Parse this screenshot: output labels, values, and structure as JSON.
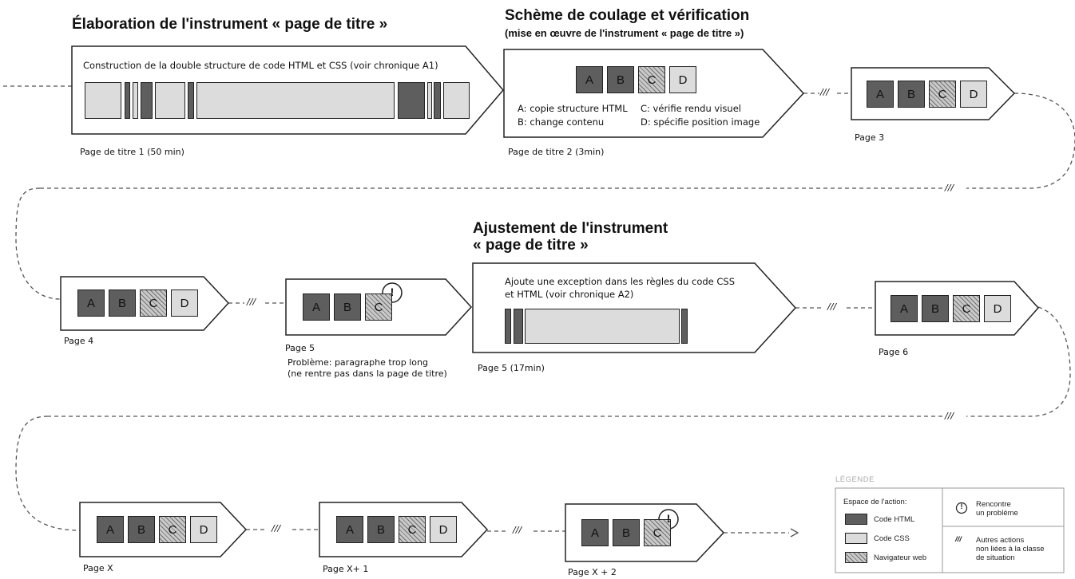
{
  "headings": {
    "elaboration": "Élaboration de l'instrument « page de titre »",
    "scheme": "Schème de coulage et vérification",
    "scheme_sub": "(mise en œuvre de l'instrument « page de titre »)",
    "ajustement_line1": "Ajustement de l'instrument",
    "ajustement_line2": "« page de titre »"
  },
  "actions": {
    "a": "A",
    "b": "B",
    "c": "C",
    "d": "D"
  },
  "boxes": {
    "p1_desc": "Construction de la double structure  de code HTML et CSS  (voir chronique A1)",
    "p1_caption": "Page de titre 1 (50 min)",
    "p2_legend_a": "A: copie structure HTML",
    "p2_legend_b": "B: change contenu",
    "p2_legend_c": "C: vérifie rendu visuel",
    "p2_legend_d": "D: spécifie position image",
    "p2_caption": "Page de titre 2 (3min)",
    "p3_caption": "Page 3",
    "p4_caption": "Page 4",
    "p5_caption": "Page 5",
    "p5_problem_1": "Problème:  paragraphe trop long",
    "p5_problem_2": "(ne rentre pas dans la page de titre)",
    "adj_desc_1": "Ajoute une exception  dans les règles du code CSS",
    "adj_desc_2": "et HTML (voir chronique A2)",
    "adj_caption": "Page 5 (17min)",
    "p6_caption": "Page 6",
    "px_caption": "Page X",
    "px1_caption": "Page X+ 1",
    "px2_caption": "Page X + 2"
  },
  "connector_mark": "///",
  "problem_mark": "!",
  "legend": {
    "title": "LÉGENDE",
    "space_title": "Espace de l'action:",
    "html": "Code HTML",
    "css": "Code CSS",
    "nav": "Navigateur web",
    "problem_1": "Rencontre",
    "problem_2": "un problème",
    "other_1": "Autres actions",
    "other_2": "non liées à la classe",
    "other_3": "de situation"
  },
  "colors": {
    "html": "#5e5e5e",
    "css": "#dcdcdc",
    "nav": "#c9c9c9",
    "line": "#222222",
    "dashed": "#555555"
  }
}
